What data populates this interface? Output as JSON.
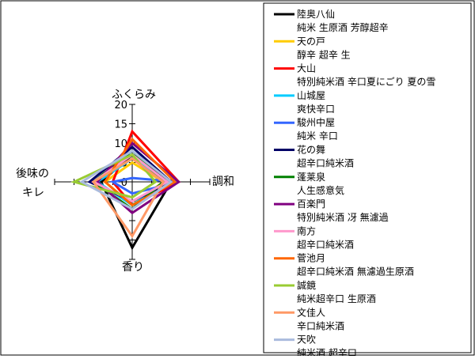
{
  "chart_data": {
    "type": "radar",
    "axes": [
      "ふくらみ",
      "調和",
      "香り",
      "後味の\nキレ"
    ],
    "axis_labels": {
      "top": "ふくらみ",
      "right": "調和",
      "bottom": "香り",
      "left_line1": "後味の",
      "left_line2": "キレ"
    },
    "range": [
      0,
      20
    ],
    "ticks": [
      "0",
      "5",
      "10",
      "15",
      "20"
    ],
    "legend_position": "right",
    "series": [
      {
        "name": "陸奥八仙",
        "sub": "純米 生原酒 芳醇超辛",
        "color": "#000000",
        "values": [
          7,
          10,
          17,
          8
        ]
      },
      {
        "name": "天の戸",
        "sub": "醇辛 超辛 生",
        "color": "#ffcc00",
        "values": [
          5,
          8,
          6,
          7
        ]
      },
      {
        "name": "大山",
        "sub": "特別純米酒 辛口夏にごり 夏の雪",
        "color": "#ff0000",
        "values": [
          13,
          12,
          6,
          5
        ]
      },
      {
        "name": "山城屋",
        "sub": "爽快辛口",
        "color": "#00ccff",
        "values": [
          6,
          9,
          6,
          9
        ]
      },
      {
        "name": "駿州中屋",
        "sub": "純米 辛口",
        "color": "#3366ff",
        "values": [
          1,
          12,
          3,
          5
        ]
      },
      {
        "name": "花の舞",
        "sub": "超辛口純米酒",
        "color": "#000066",
        "values": [
          9,
          10,
          5,
          11
        ]
      },
      {
        "name": "蓬莱泉",
        "sub": "人生感意気",
        "color": "#008000",
        "values": [
          8,
          8,
          7,
          10
        ]
      },
      {
        "name": "百楽門",
        "sub": "特別純米酒 冴 無濾過",
        "color": "#800080",
        "values": [
          10,
          12,
          8,
          9
        ]
      },
      {
        "name": "南方",
        "sub": "超辛口純米酒",
        "color": "#ff99cc",
        "values": [
          7,
          9,
          5,
          10
        ]
      },
      {
        "name": "菅池月",
        "sub": "超辛口純米酒 無濾過生原酒",
        "color": "#ff6600",
        "values": [
          11,
          11,
          6,
          7
        ]
      },
      {
        "name": "誠鏡",
        "sub": "純米超辛口 生原酒",
        "color": "#99cc33",
        "values": [
          7,
          6,
          4,
          15
        ]
      },
      {
        "name": "文佳人",
        "sub": "辛口純米酒",
        "color": "#ff9966",
        "values": [
          6,
          8,
          14,
          10
        ]
      },
      {
        "name": "天吹",
        "sub": "純米酒 超辛口",
        "color": "#aabbdd",
        "values": [
          8,
          10,
          7,
          13
        ]
      }
    ]
  }
}
